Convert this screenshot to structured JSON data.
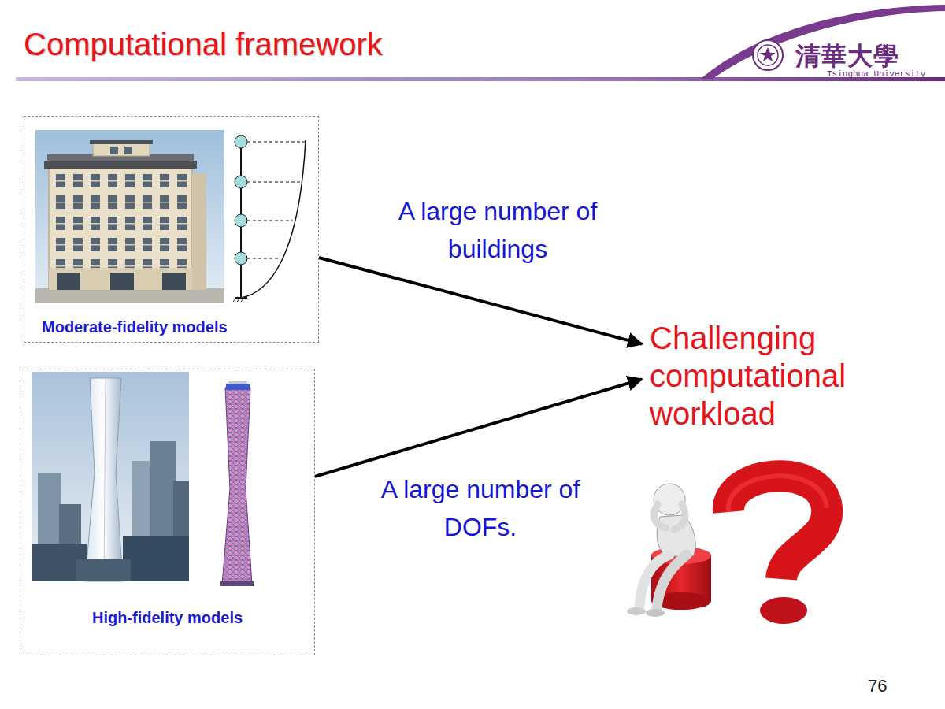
{
  "diagram": {
    "title": "Computational framework",
    "nodes": [
      {
        "text": [
          "Moderate-fidelity models"
        ]
      },
      {
        "text": [
          "High-fidelity models"
        ]
      },
      {
        "text": [
          "Challenging computational workload"
        ]
      }
    ],
    "edges": [
      {
        "from": 0,
        "to": 2,
        "arrow": "to",
        "label": "A large number of buildings"
      },
      {
        "from": 1,
        "to": 2,
        "arrow": "to",
        "label": "A large number of DOFs."
      }
    ],
    "labels": [
      "清華大學",
      "Tsinghua University",
      "76"
    ]
  }
}
